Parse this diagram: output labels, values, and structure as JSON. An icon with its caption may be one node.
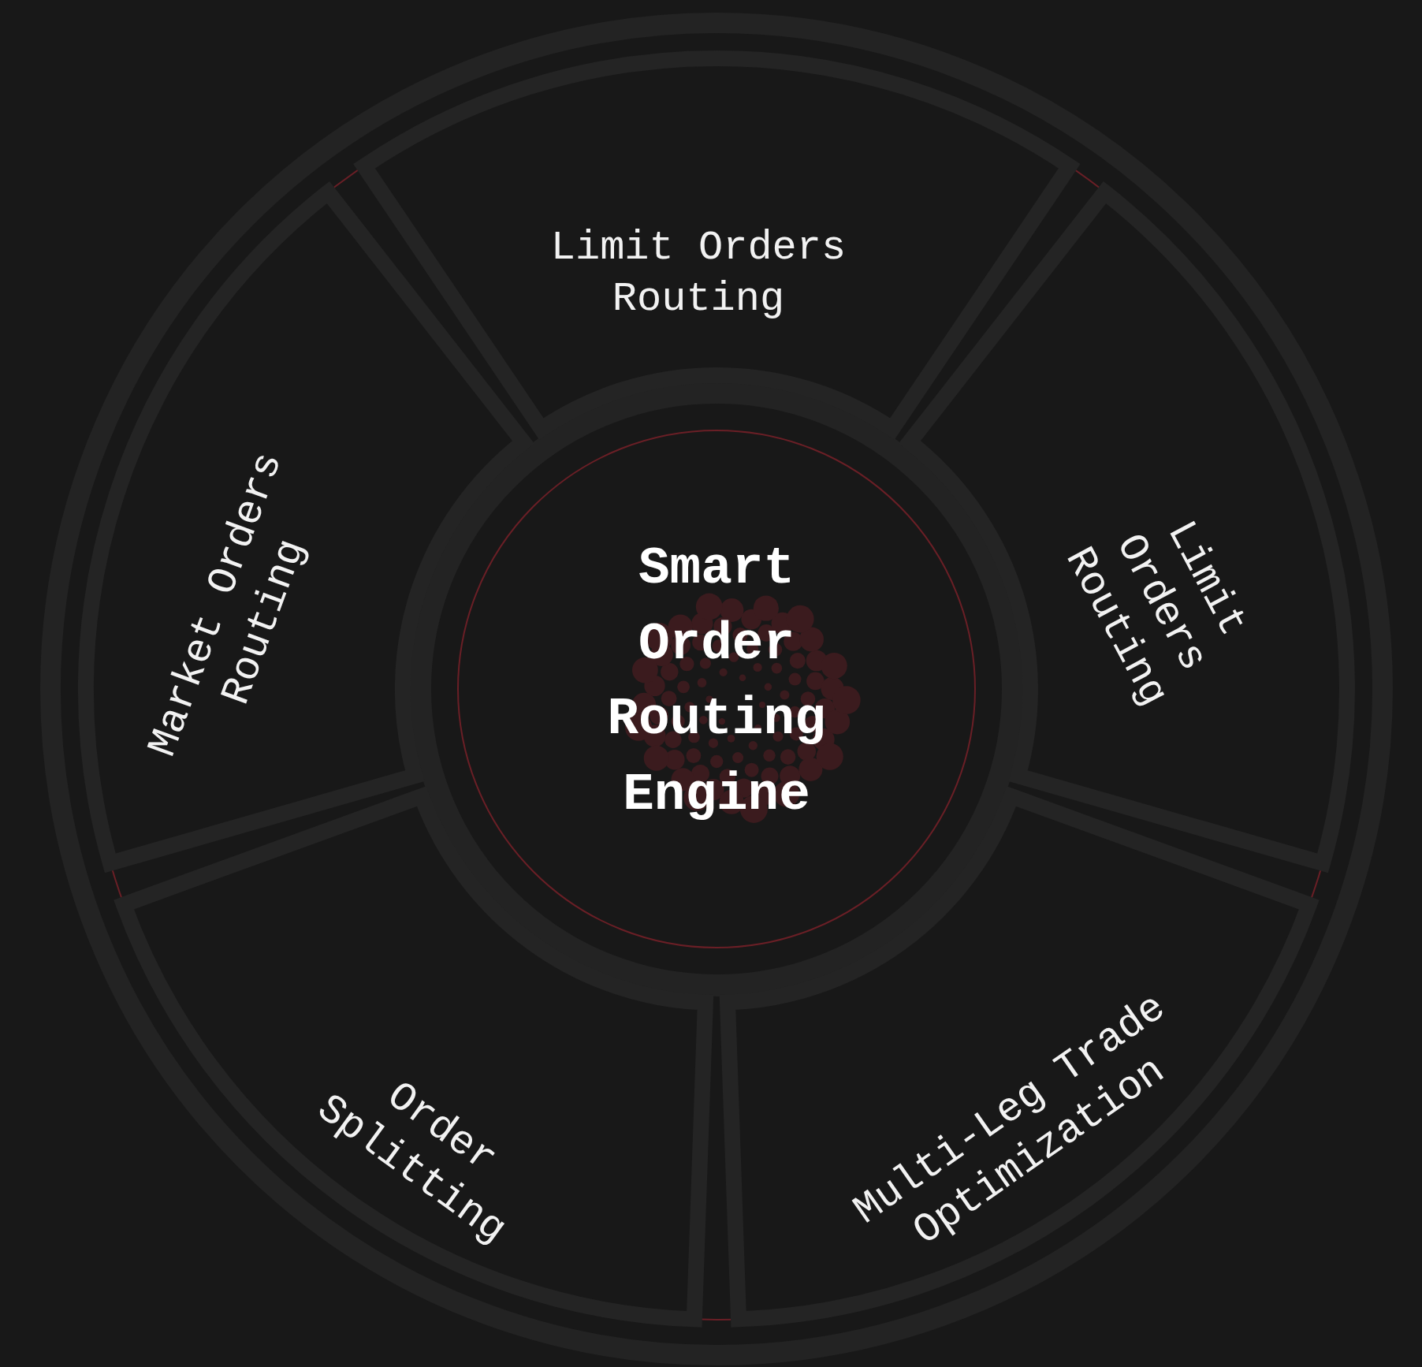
{
  "diagram": {
    "nodes": [
      {
        "text": [
          "Smart Order Routing Engine"
        ]
      },
      {
        "text": [
          "Limit Orders Routing"
        ]
      },
      {
        "text": [
          "Limit Orders Routing"
        ]
      },
      {
        "text": [
          "Multi-Leg Trade Optimization"
        ]
      },
      {
        "text": [
          "Order Splitting"
        ]
      },
      {
        "text": [
          "Market Orders Routing"
        ]
      }
    ],
    "edges": []
  }
}
